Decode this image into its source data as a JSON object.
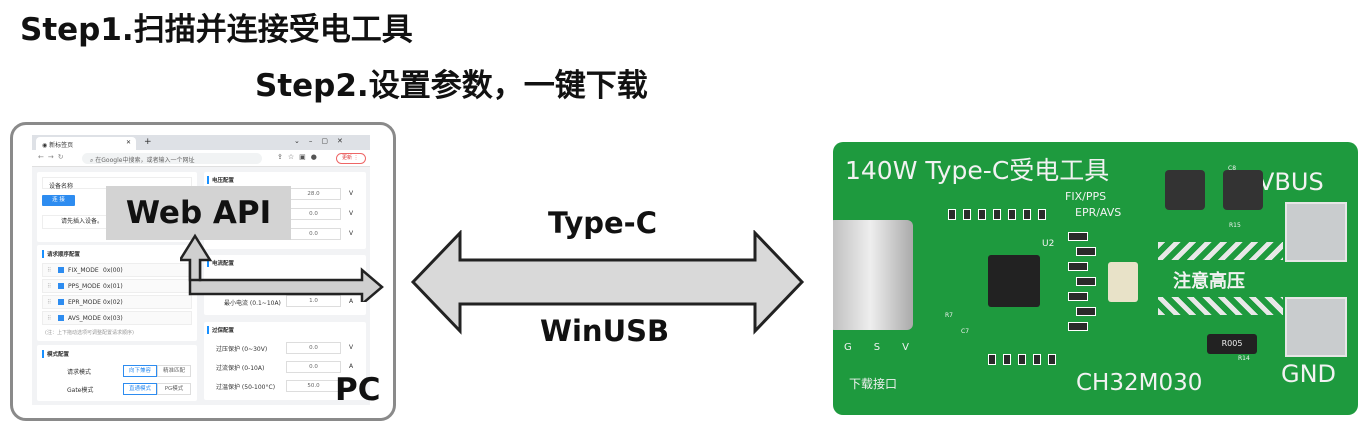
{
  "steps": {
    "step1": "Step1.扫描并连接受电工具",
    "step2": "Step2.设置参数，一键下载"
  },
  "browser": {
    "tab_title": "新标签页",
    "new_tab": "+",
    "address_placeholder": "在Google中搜索，或者输入一个网址",
    "update_label": "更新",
    "left": {
      "device_name_label": "设备名称",
      "connect_button": "连 接",
      "device_hint": "请先插入设备。",
      "request_order_title": "请求顺序配置",
      "modes": [
        {
          "name": "FIX_MODE",
          "code": "0x(00)"
        },
        {
          "name": "PPS_MODE",
          "code": "0x(01)"
        },
        {
          "name": "EPR_MODE",
          "code": "0x(02)"
        },
        {
          "name": "AVS_MODE",
          "code": "0x(03)"
        }
      ],
      "order_note": "(注：上下拖动选项可调整配置请求顺序)",
      "mode_config_title": "模式配置",
      "request_mode_label": "请求模式",
      "request_mode_options": [
        "向下兼容",
        "精准匹配"
      ],
      "gate_mode_label": "Gate模式",
      "gate_mode_options": [
        "直通模式",
        "PG模式"
      ]
    },
    "right": {
      "voltage_title": "电压配置",
      "voltage_values": [
        {
          "value": "28.0",
          "unit": "V"
        },
        {
          "value": "0.0",
          "unit": "V"
        },
        {
          "value": "0.0",
          "unit": "V"
        }
      ],
      "current_title": "电流配置",
      "min_current_label": "最小电流 (0.1~10A)",
      "min_current_value": "1.0",
      "current_unit": "A",
      "protection_title": "过保配置",
      "protections": [
        {
          "label": "过压保护 (0~30V)",
          "value": "0.0",
          "unit": "V"
        },
        {
          "label": "过流保护 (0-10A)",
          "value": "0.0",
          "unit": "A"
        },
        {
          "label": "过温保护 (50-100°C)",
          "value": "50.0",
          "unit": ""
        }
      ]
    }
  },
  "labels": {
    "web_api": "Web API",
    "pc": "PC",
    "type_c": "Type-C",
    "winusb": "WinUSB"
  },
  "board": {
    "title": "140W Type-C受电工具",
    "modes_line1": "FIX/PPS",
    "modes_line2": "EPR/AVS",
    "vbus": "VBUS",
    "gnd": "GND",
    "warning": "注意高压",
    "chip": "CH32M030",
    "download_port": "下载接口",
    "pins": [
      "G",
      "S",
      "V"
    ],
    "u2": "U2",
    "resistor": "R005",
    "c7": "C7",
    "r7": "R7",
    "r15": "R15",
    "r14": "R14",
    "c8": "C8"
  },
  "colors": {
    "board_green": "#1e9a3e",
    "accent": "#2d8cf0",
    "arrow_fill": "#d9d9d9"
  }
}
